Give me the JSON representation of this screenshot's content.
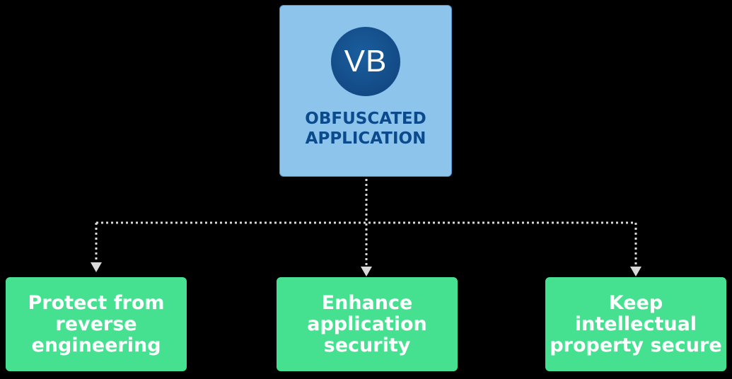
{
  "top_node": {
    "logo_text": "VB",
    "title_line1": "OBFUSCATED",
    "title_line2": "APPLICATION"
  },
  "benefits": [
    {
      "lines": [
        "Protect from",
        "reverse",
        "engineering"
      ]
    },
    {
      "lines": [
        "Enhance",
        "application",
        "security"
      ]
    },
    {
      "lines": [
        "Keep",
        "intellectual",
        "property secure"
      ]
    }
  ],
  "colors": {
    "background": "#000000",
    "top_box": "#8cc4ec",
    "logo_circle": "#134a85",
    "title_text": "#0b4a8c",
    "green_box": "#45e190",
    "connector": "#d9d9d9"
  }
}
